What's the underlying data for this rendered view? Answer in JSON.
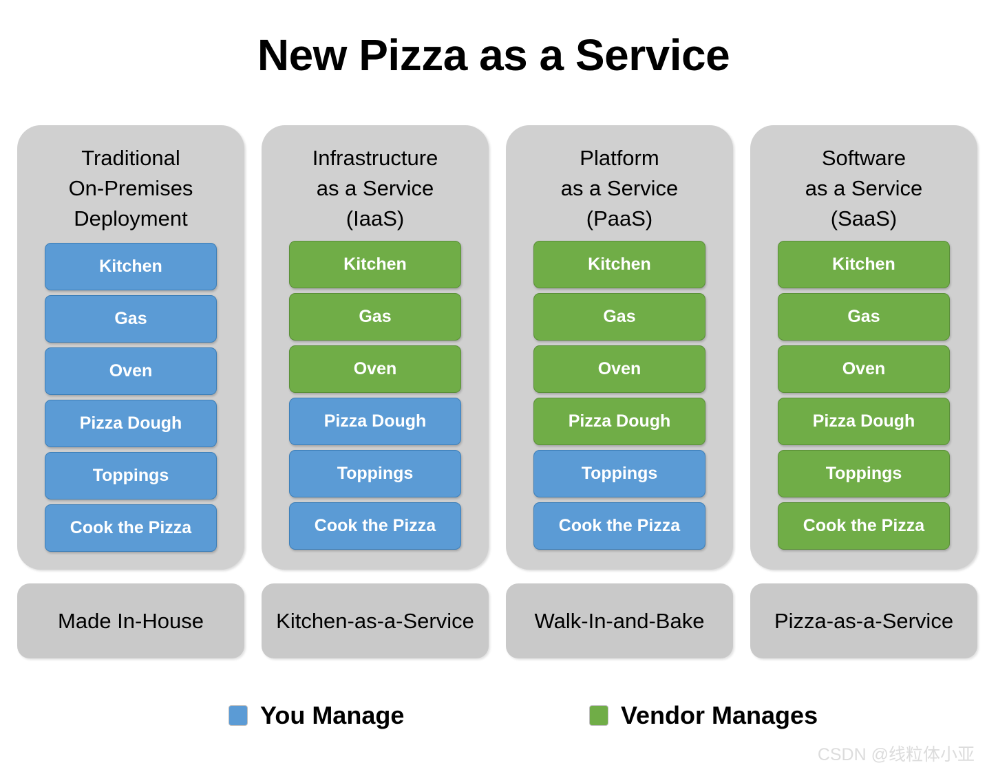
{
  "title": "New Pizza as a Service",
  "colors": {
    "you_manage": "#5b9bd5",
    "vendor_manages": "#70ad47",
    "card_background": "#d0d0d0",
    "footer_background": "#c9c9c9",
    "page_background": "#ffffff"
  },
  "layer_names": [
    "Kitchen",
    "Gas",
    "Oven",
    "Pizza Dough",
    "Toppings",
    "Cook the Pizza"
  ],
  "columns": [
    {
      "header": "Traditional\nOn-Premises\nDeployment",
      "footer": "Made In-House",
      "layers": [
        {
          "label": "Kitchen",
          "owner": "you"
        },
        {
          "label": "Gas",
          "owner": "you"
        },
        {
          "label": "Oven",
          "owner": "you"
        },
        {
          "label": "Pizza Dough",
          "owner": "you"
        },
        {
          "label": "Toppings",
          "owner": "you"
        },
        {
          "label": "Cook the Pizza",
          "owner": "you"
        }
      ]
    },
    {
      "header": "Infrastructure\nas a Service\n(IaaS)",
      "footer": "Kitchen-as-a-Service",
      "layers": [
        {
          "label": "Kitchen",
          "owner": "vendor"
        },
        {
          "label": "Gas",
          "owner": "vendor"
        },
        {
          "label": "Oven",
          "owner": "vendor"
        },
        {
          "label": "Pizza Dough",
          "owner": "you"
        },
        {
          "label": "Toppings",
          "owner": "you"
        },
        {
          "label": "Cook the Pizza",
          "owner": "you"
        }
      ]
    },
    {
      "header": "Platform\nas a Service\n(PaaS)",
      "footer": "Walk-In-and-Bake",
      "layers": [
        {
          "label": "Kitchen",
          "owner": "vendor"
        },
        {
          "label": "Gas",
          "owner": "vendor"
        },
        {
          "label": "Oven",
          "owner": "vendor"
        },
        {
          "label": "Pizza Dough",
          "owner": "vendor"
        },
        {
          "label": "Toppings",
          "owner": "you"
        },
        {
          "label": "Cook the Pizza",
          "owner": "you"
        }
      ]
    },
    {
      "header": "Software\nas a Service\n(SaaS)",
      "footer": "Pizza-as-a-Service",
      "layers": [
        {
          "label": "Kitchen",
          "owner": "vendor"
        },
        {
          "label": "Gas",
          "owner": "vendor"
        },
        {
          "label": "Oven",
          "owner": "vendor"
        },
        {
          "label": "Pizza Dough",
          "owner": "vendor"
        },
        {
          "label": "Toppings",
          "owner": "vendor"
        },
        {
          "label": "Cook the Pizza",
          "owner": "vendor"
        }
      ]
    }
  ],
  "legend": [
    {
      "key": "you",
      "label": "You Manage"
    },
    {
      "key": "vendor",
      "label": "Vendor Manages"
    }
  ],
  "watermark": "CSDN @线粒体小亚"
}
